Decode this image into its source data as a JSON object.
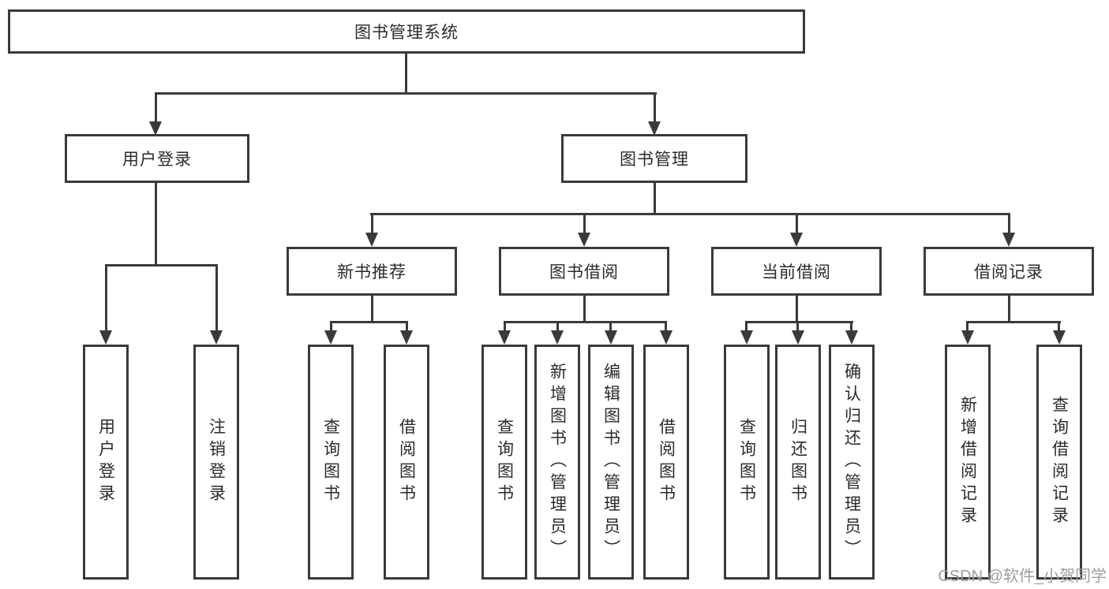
{
  "nodes": {
    "root": "图书管理系统",
    "user_login": "用户登录",
    "book_mgmt": "图书管理",
    "sub": {
      "new_rec": "新书推荐",
      "borrow": "图书借阅",
      "current": "当前借阅",
      "records": "借阅记录"
    },
    "leaves": {
      "ul1": "用户登录",
      "ul2": "注销登录",
      "nr1": "查询图书",
      "nr2": "借阅图书",
      "bb1": "查询图书",
      "bb2": "新增图书（管理员）",
      "bb3": "编辑图书（管理员）",
      "bb4": "借阅图书",
      "cb1": "查询图书",
      "cb2": "归还图书",
      "cb3": "确认归还（管理员）",
      "br1": "新增借阅记录",
      "br2": "查询借阅记录"
    }
  },
  "watermark": "CSDN @软件_小贺同学",
  "colors": {
    "line": "#3a3a3a",
    "text": "#2b2b2b",
    "watermark": "#9e9e9e",
    "background": "#ffffff"
  }
}
